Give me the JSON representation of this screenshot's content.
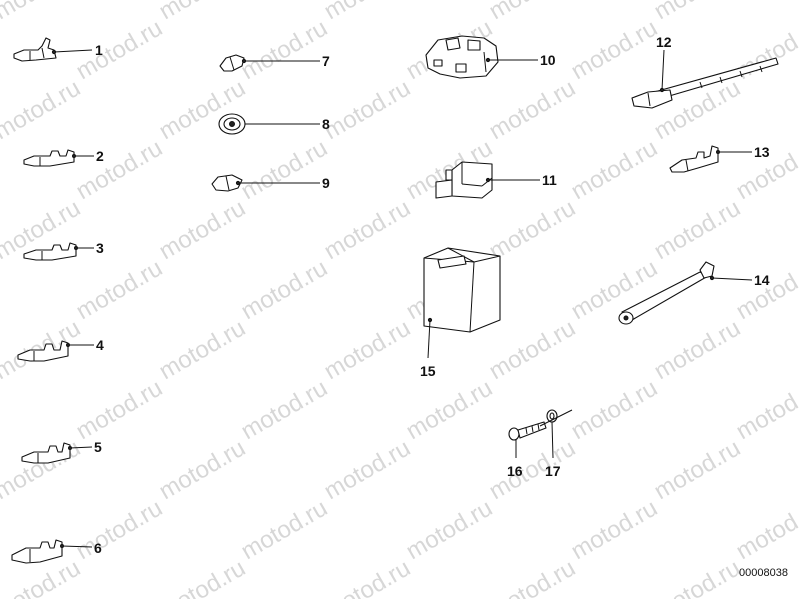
{
  "watermark": "motod.ru",
  "diagram_code": "00008038",
  "parts": [
    {
      "number": "1",
      "icon": "terminal-lug-icon"
    },
    {
      "number": "2",
      "icon": "flat-connector-icon"
    },
    {
      "number": "3",
      "icon": "flat-connector-icon"
    },
    {
      "number": "4",
      "icon": "flat-connector-icon"
    },
    {
      "number": "5",
      "icon": "flat-connector-icon"
    },
    {
      "number": "6",
      "icon": "flat-connector-large-icon"
    },
    {
      "number": "7",
      "icon": "round-plug-icon"
    },
    {
      "number": "8",
      "icon": "rubber-grommet-icon"
    },
    {
      "number": "9",
      "icon": "round-plug-icon"
    },
    {
      "number": "10",
      "icon": "connector-housing-icon"
    },
    {
      "number": "11",
      "icon": "socket-housing-icon"
    },
    {
      "number": "12",
      "icon": "cable-tie-icon"
    },
    {
      "number": "13",
      "icon": "flat-connector-icon"
    },
    {
      "number": "14",
      "icon": "holder-strap-icon"
    },
    {
      "number": "15",
      "icon": "protective-cap-icon"
    },
    {
      "number": "16",
      "icon": "screw-icon"
    },
    {
      "number": "17",
      "icon": "washer-icon"
    }
  ]
}
